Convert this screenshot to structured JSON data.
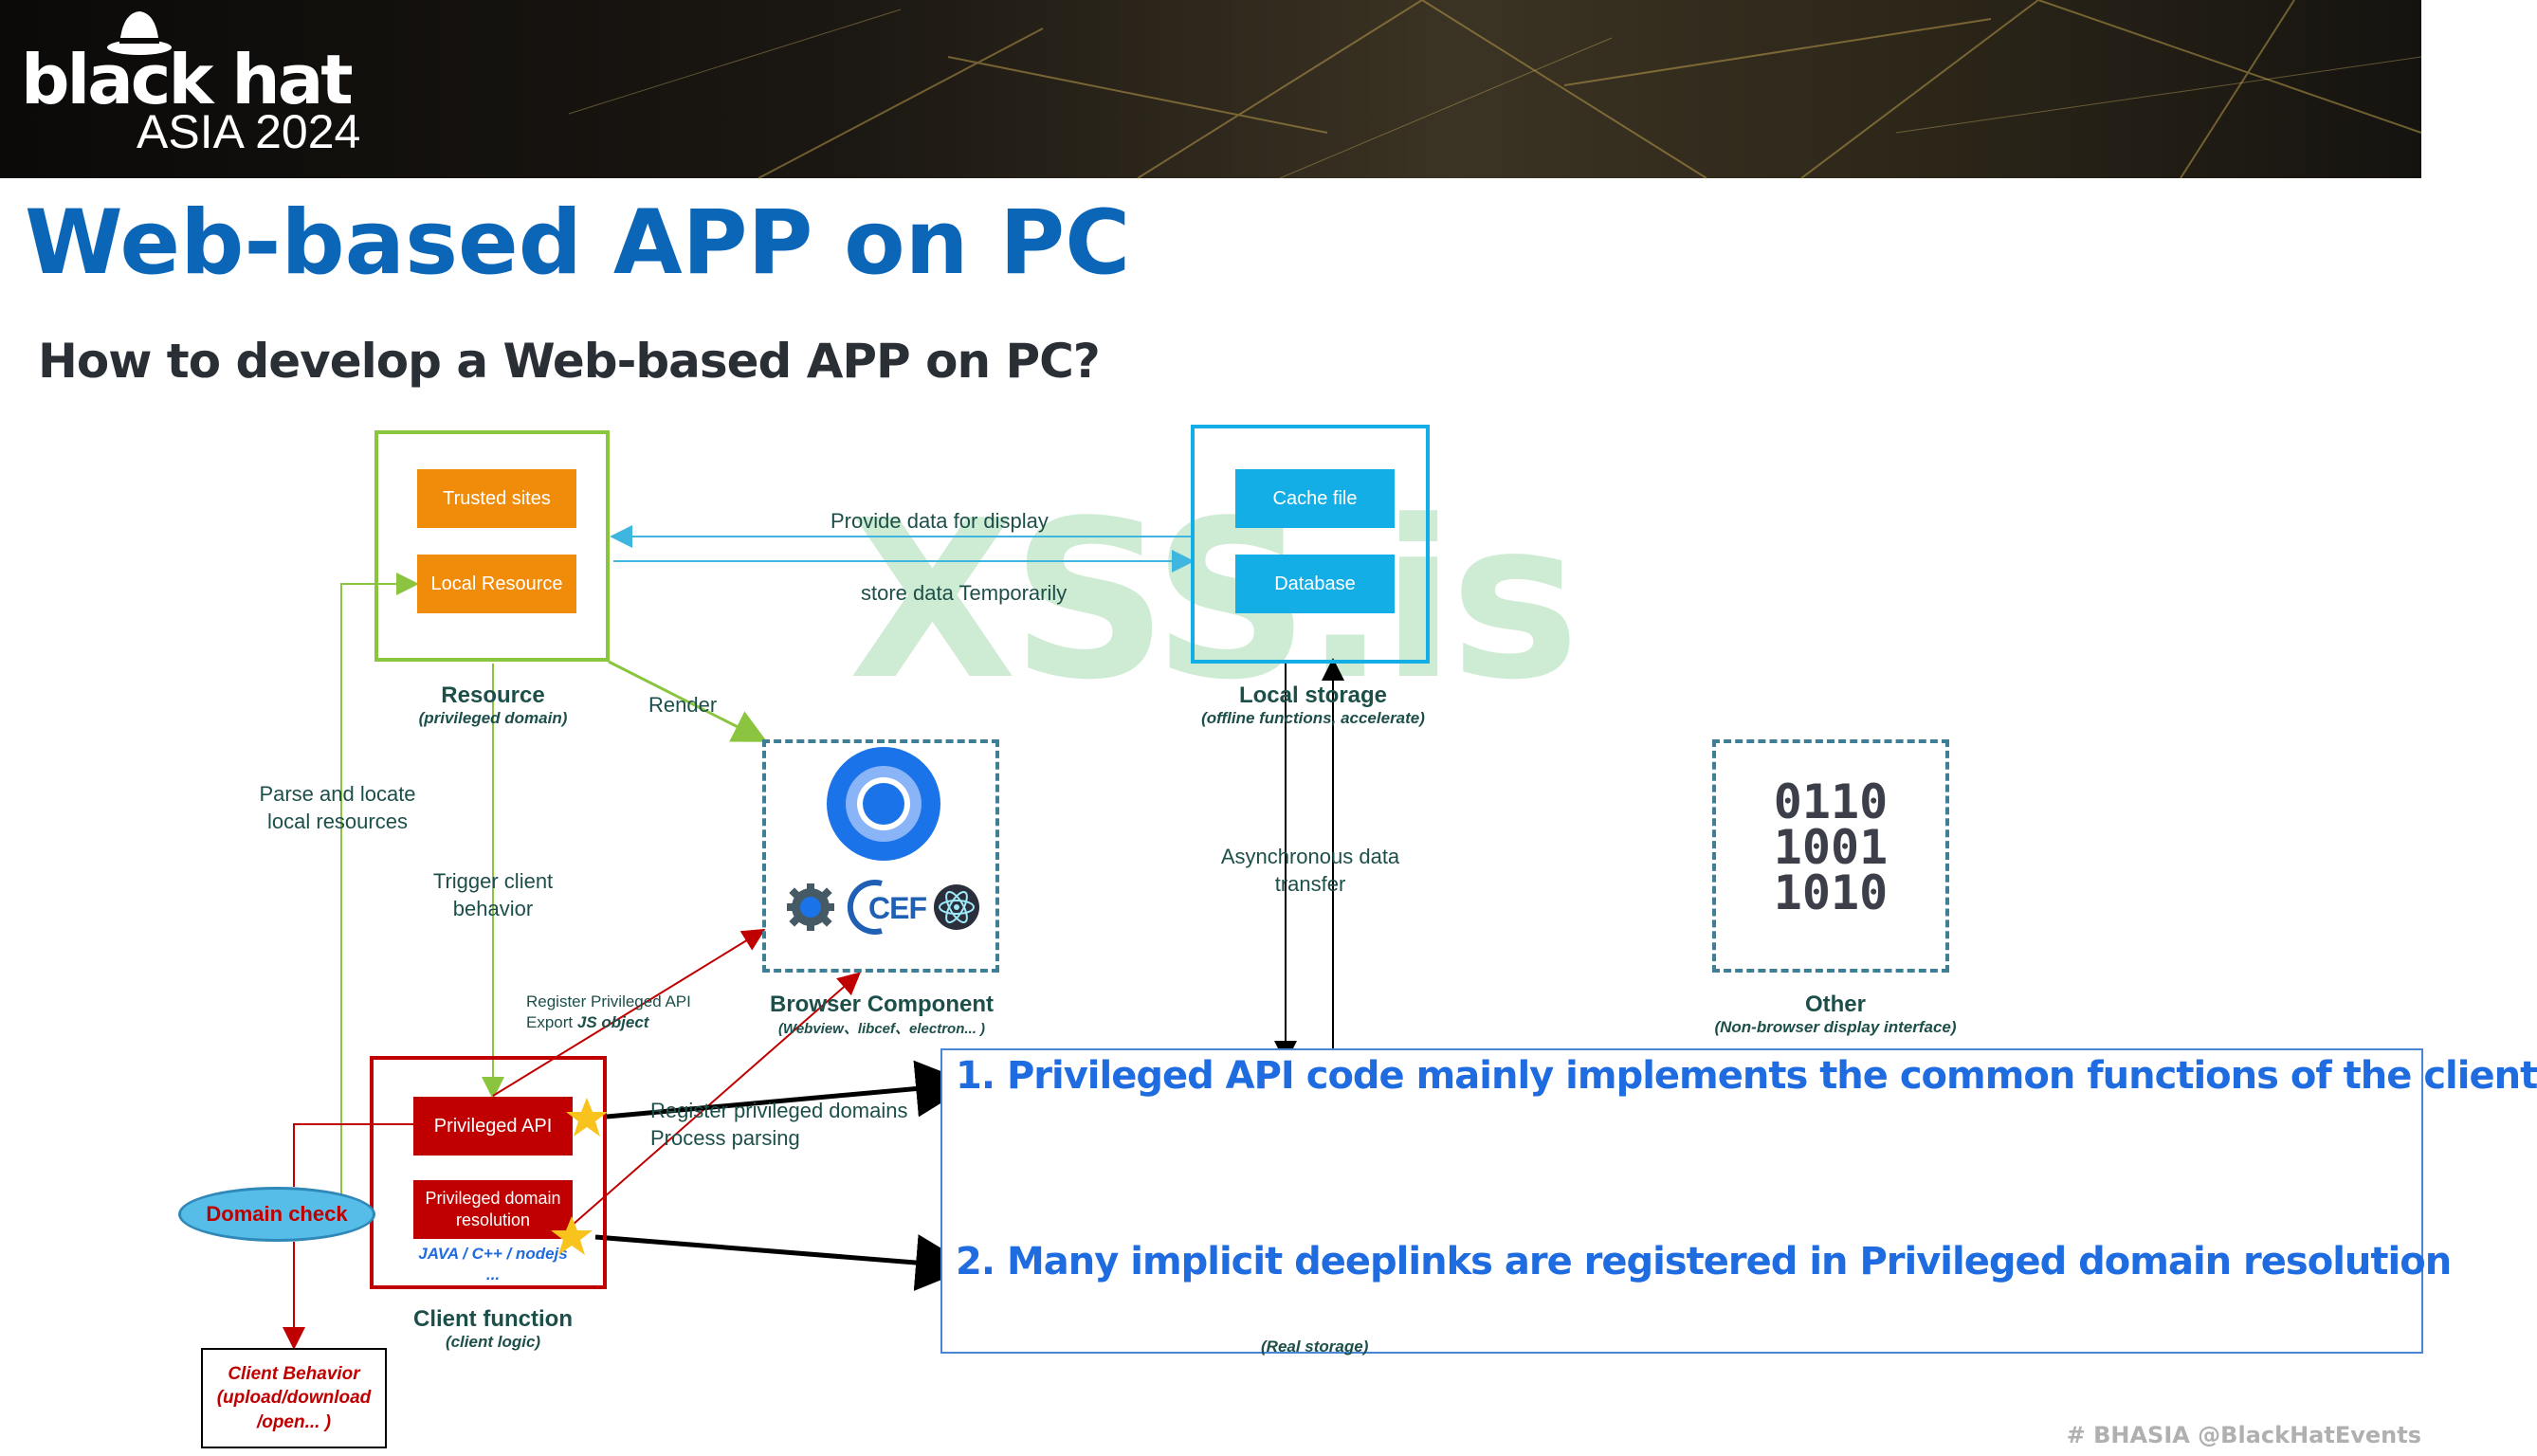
{
  "banner": {
    "logo": "black hat",
    "event": "ASIA 2024"
  },
  "title": "Web-based APP on PC",
  "subtitle": "How to develop a Web-based APP on PC?",
  "resource": {
    "trusted_sites": "Trusted sites",
    "local_resource": "Local Resource",
    "caption": "Resource",
    "caption_sub": "(privileged domain)"
  },
  "local_storage": {
    "cache_file": "Cache file",
    "database": "Database",
    "caption": "Local storage",
    "caption_sub": "(offline functions, accelerate)"
  },
  "browser": {
    "caption": "Browser Component",
    "caption_sub": "(Webview、libcef、electron... )",
    "cef_label": "CEF"
  },
  "other": {
    "binary": [
      "0110",
      "1001",
      "1010"
    ],
    "caption": "Other",
    "caption_sub": "(Non-browser display interface)"
  },
  "client": {
    "privileged_api": "Privileged API",
    "privileged_domain_line1": "Privileged domain",
    "privileged_domain_line2": "resolution",
    "languages": "JAVA / C++ / nodejs",
    "ellipsis": "...",
    "caption": "Client function",
    "caption_sub": "(client logic)"
  },
  "domain_check": "Domain check",
  "client_behavior": {
    "line1": "Client Behavior",
    "line2": "(upload/download",
    "line3": "/open... )"
  },
  "edge_labels": {
    "provide_data": "Provide data for display",
    "store_data": "store data Temporarily",
    "render": "Render",
    "parse_line1": "Parse and locate",
    "parse_line2": "local resources",
    "trigger_line1": "Trigger client",
    "trigger_line2": "behavior",
    "register_api_line1": "Register Privileged API",
    "register_api_line2_prefix": "Export ",
    "register_api_line2_bold": "JS object",
    "register_domains_line1": "Register privileged domains",
    "register_domains_line2": "Process parsing",
    "async_line1": "Asynchronous data",
    "async_line2": "transfer",
    "partial_hidden": "(Real storage)"
  },
  "watermark": "XSS.is",
  "callout": {
    "point1": "1. Privileged API code mainly implements the common functions of the client",
    "point2": "2. Many implicit deeplinks are registered in Privileged domain resolution"
  },
  "footer": "# BHASIA   @BlackHatEvents",
  "colors": {
    "title_blue": "#0b66b8",
    "orange": "#f08c0a",
    "cyan": "#14aee6",
    "green_border": "#8bc540",
    "red": "#c00000",
    "callout_blue": "#1f6be0"
  }
}
